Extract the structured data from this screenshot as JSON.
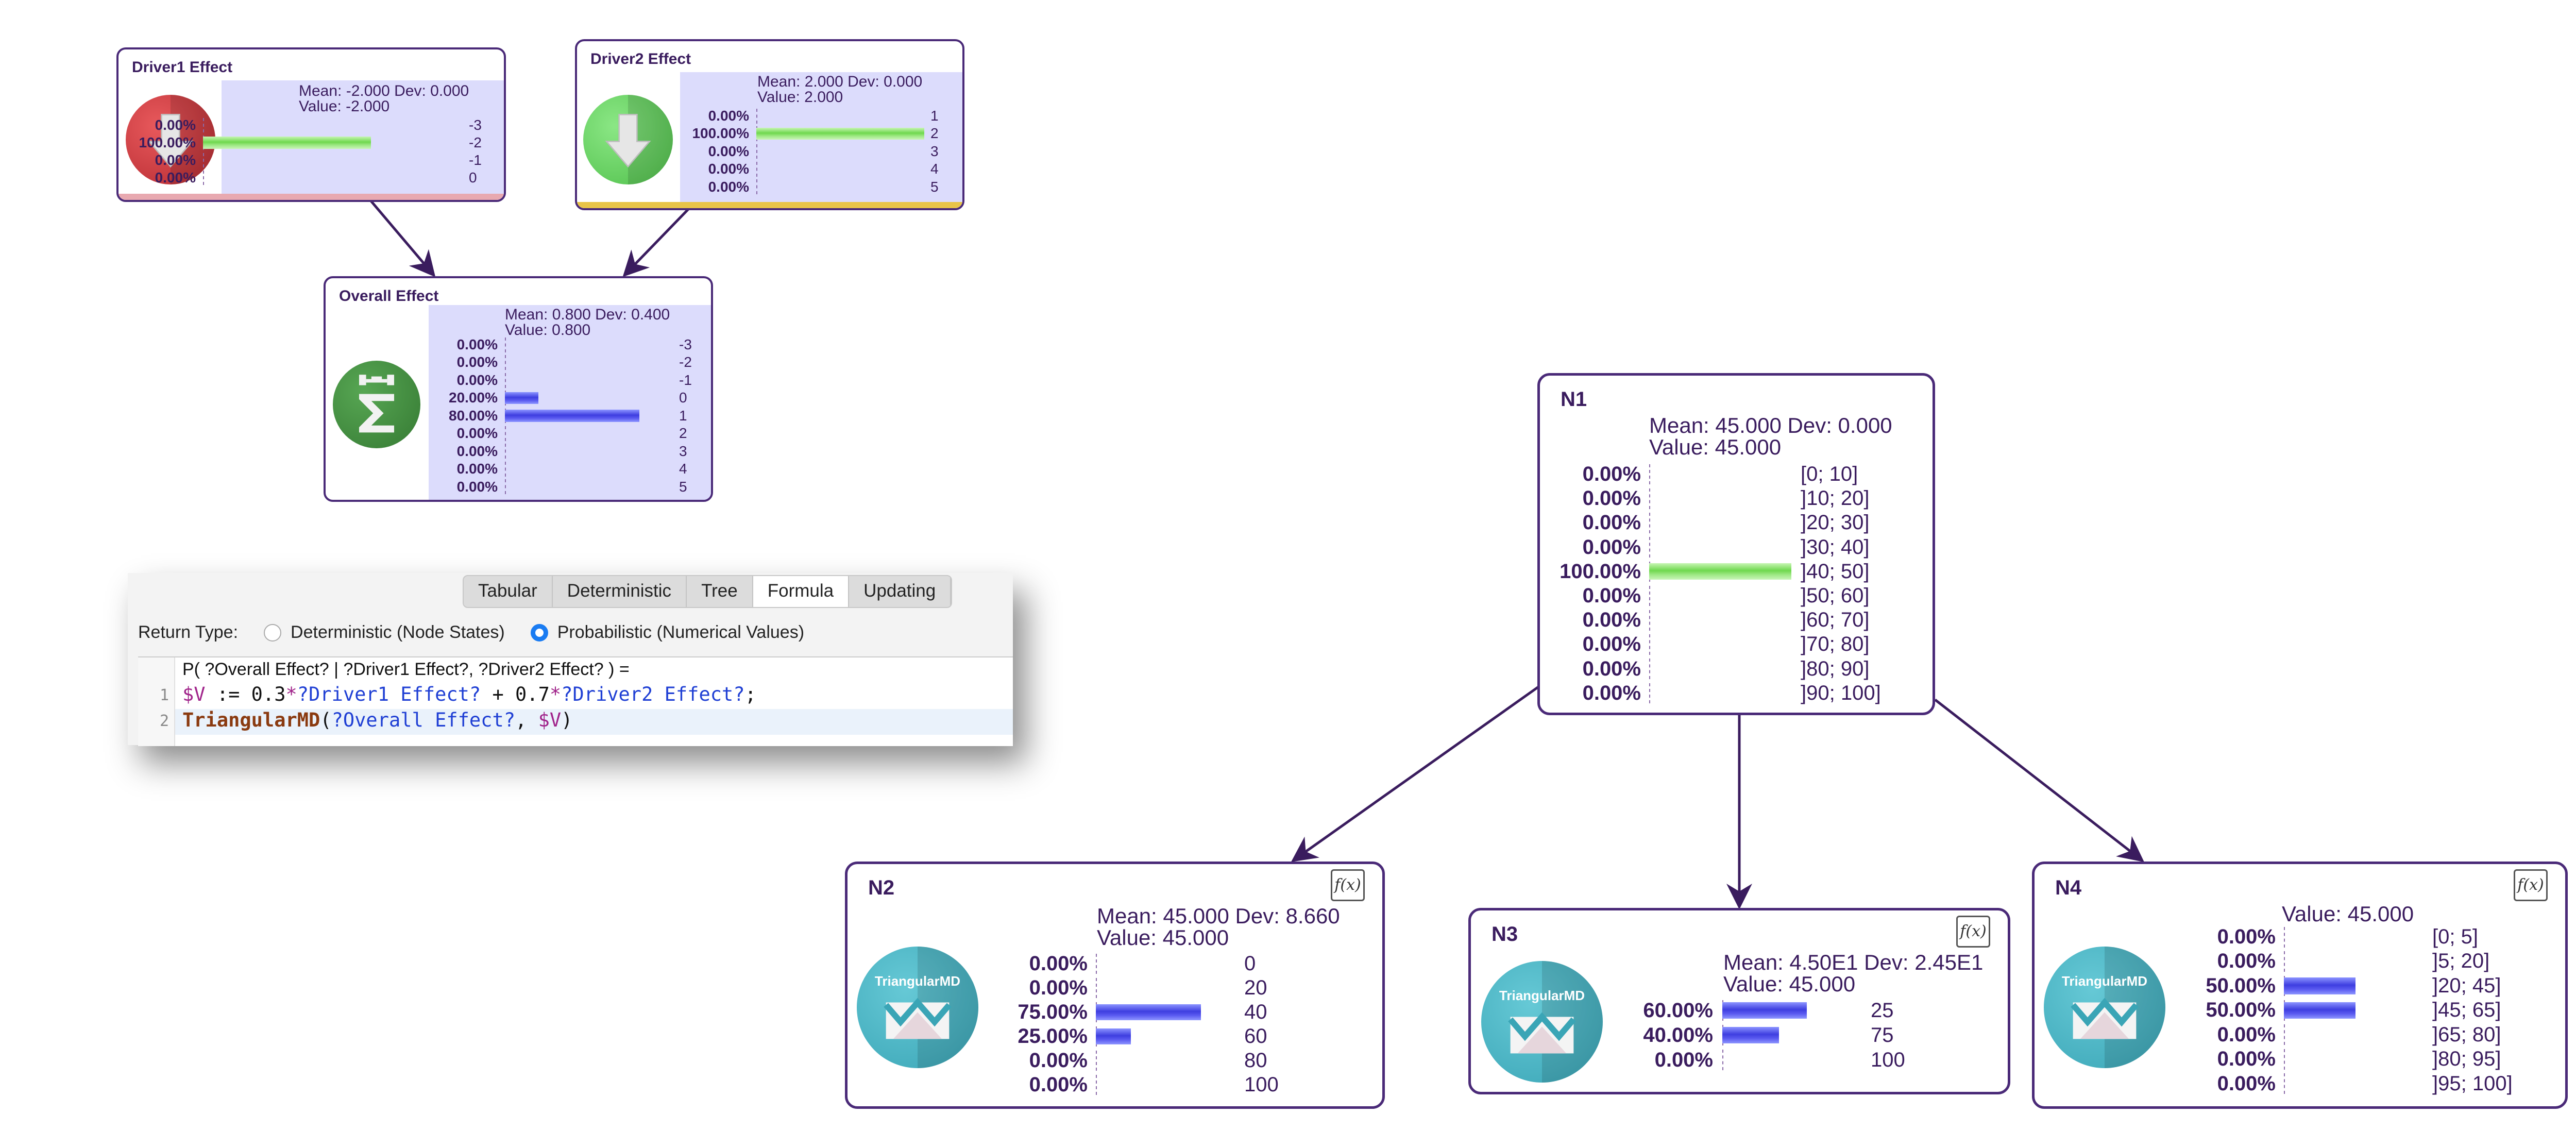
{
  "nodes": {
    "driver1": {
      "title": "Driver1 Effect",
      "icon": "down-arrow-icon",
      "accent": "#d14a4a",
      "mean_line": "Mean: -2.000 Dev: 0.000",
      "value_line": "Value: -2.000",
      "rows": [
        {
          "pct": "0.00%",
          "p": 0,
          "label": "-3"
        },
        {
          "pct": "100.00%",
          "p": 1,
          "label": "-2"
        },
        {
          "pct": "0.00%",
          "p": 0,
          "label": "-1"
        },
        {
          "pct": "0.00%",
          "p": 0,
          "label": "0"
        }
      ]
    },
    "driver2": {
      "title": "Driver2 Effect",
      "icon": "down-arrow-icon",
      "accent": "#e8c448",
      "mean_line": "Mean: 2.000 Dev: 0.000",
      "value_line": "Value: 2.000",
      "rows": [
        {
          "pct": "0.00%",
          "p": 0,
          "label": "1"
        },
        {
          "pct": "100.00%",
          "p": 1,
          "label": "2"
        },
        {
          "pct": "0.00%",
          "p": 0,
          "label": "3"
        },
        {
          "pct": "0.00%",
          "p": 0,
          "label": "4"
        },
        {
          "pct": "0.00%",
          "p": 0,
          "label": "5"
        }
      ]
    },
    "overall": {
      "title": "Overall Effect",
      "icon": "sigma-icon",
      "mean_line": "Mean: 0.800 Dev: 0.400",
      "value_line": "Value: 0.800",
      "rows": [
        {
          "pct": "0.00%",
          "p": 0,
          "label": "-3"
        },
        {
          "pct": "0.00%",
          "p": 0,
          "label": "-2"
        },
        {
          "pct": "0.00%",
          "p": 0,
          "label": "-1"
        },
        {
          "pct": "20.00%",
          "p": 0.2,
          "label": "0"
        },
        {
          "pct": "80.00%",
          "p": 0.8,
          "label": "1"
        },
        {
          "pct": "0.00%",
          "p": 0,
          "label": "2"
        },
        {
          "pct": "0.00%",
          "p": 0,
          "label": "3"
        },
        {
          "pct": "0.00%",
          "p": 0,
          "label": "4"
        },
        {
          "pct": "0.00%",
          "p": 0,
          "label": "5"
        }
      ]
    },
    "n1": {
      "title": "N1",
      "mean_line": "Mean: 45.000 Dev: 0.000",
      "value_line": "Value: 45.000",
      "rows": [
        {
          "pct": "0.00%",
          "p": 0,
          "label": "[0; 10]"
        },
        {
          "pct": "0.00%",
          "p": 0,
          "label": "]10; 20]"
        },
        {
          "pct": "0.00%",
          "p": 0,
          "label": "]20; 30]"
        },
        {
          "pct": "0.00%",
          "p": 0,
          "label": "]30; 40]"
        },
        {
          "pct": "100.00%",
          "p": 1,
          "label": "]40; 50]"
        },
        {
          "pct": "0.00%",
          "p": 0,
          "label": "]50; 60]"
        },
        {
          "pct": "0.00%",
          "p": 0,
          "label": "]60; 70]"
        },
        {
          "pct": "0.00%",
          "p": 0,
          "label": "]70; 80]"
        },
        {
          "pct": "0.00%",
          "p": 0,
          "label": "]80; 90]"
        },
        {
          "pct": "0.00%",
          "p": 0,
          "label": "]90; 100]"
        }
      ]
    },
    "n2": {
      "title": "N2",
      "icon_text": "TriangularMD",
      "badge": "f(x)",
      "mean_line": "Mean: 45.000 Dev: 8.660",
      "value_line": "Value: 45.000",
      "rows": [
        {
          "pct": "0.00%",
          "p": 0,
          "label": "0"
        },
        {
          "pct": "0.00%",
          "p": 0,
          "label": "20"
        },
        {
          "pct": "75.00%",
          "p": 0.75,
          "label": "40"
        },
        {
          "pct": "25.00%",
          "p": 0.25,
          "label": "60"
        },
        {
          "pct": "0.00%",
          "p": 0,
          "label": "80"
        },
        {
          "pct": "0.00%",
          "p": 0,
          "label": "100"
        }
      ]
    },
    "n3": {
      "title": "N3",
      "icon_text": "TriangularMD",
      "badge": "f(x)",
      "mean_line": "Mean: 4.50E1 Dev: 2.45E1",
      "value_line": "Value: 45.000",
      "rows": [
        {
          "pct": "60.00%",
          "p": 0.6,
          "label": "25"
        },
        {
          "pct": "40.00%",
          "p": 0.4,
          "label": "75"
        },
        {
          "pct": "0.00%",
          "p": 0,
          "label": "100"
        }
      ]
    },
    "n4": {
      "title": "N4",
      "icon_text": "TriangularMD",
      "badge": "f(x)",
      "mean_line": "",
      "value_line": "Value: 45.000",
      "rows": [
        {
          "pct": "0.00%",
          "p": 0,
          "label": "[0; 5]"
        },
        {
          "pct": "0.00%",
          "p": 0,
          "label": "]5; 20]"
        },
        {
          "pct": "50.00%",
          "p": 0.5,
          "label": "]20; 45]"
        },
        {
          "pct": "50.00%",
          "p": 0.5,
          "label": "]45; 65]"
        },
        {
          "pct": "0.00%",
          "p": 0,
          "label": "]65; 80]"
        },
        {
          "pct": "0.00%",
          "p": 0,
          "label": "]80; 95]"
        },
        {
          "pct": "0.00%",
          "p": 0,
          "label": "]95; 100]"
        }
      ]
    }
  },
  "editor": {
    "tabs": [
      {
        "label": "Tabular",
        "active": false
      },
      {
        "label": "Deterministic",
        "active": false
      },
      {
        "label": "Tree",
        "active": false
      },
      {
        "label": "Formula",
        "active": true
      },
      {
        "label": "Updating",
        "active": false
      }
    ],
    "return_type_label": "Return Type:",
    "option_deterministic": "Deterministic (Node States)",
    "option_probabilistic": "Probabilistic (Numerical Values)",
    "selected_option": "probabilistic",
    "formula_header": "P( ?Overall Effect? | ?Driver1 Effect?, ?Driver2 Effect? ) =",
    "line_numbers": [
      "1",
      "2"
    ],
    "line1": [
      {
        "t": "$V",
        "c": "kw"
      },
      {
        "t": " := 0.3",
        "c": ""
      },
      {
        "t": "*",
        "c": "kw"
      },
      {
        "t": "?Driver1 Effect?",
        "c": "var"
      },
      {
        "t": " + 0.7",
        "c": ""
      },
      {
        "t": "*",
        "c": "kw"
      },
      {
        "t": "?Driver2 Effect?",
        "c": "var"
      },
      {
        "t": ";",
        "c": ""
      }
    ],
    "line2": [
      {
        "t": "TriangularMD",
        "c": "fn"
      },
      {
        "t": "(",
        "c": ""
      },
      {
        "t": "?Overall Effect?",
        "c": "var"
      },
      {
        "t": ", ",
        "c": ""
      },
      {
        "t": "$V",
        "c": "kw"
      },
      {
        "t": ")",
        "c": ""
      }
    ]
  },
  "colors": {
    "border": "#4a2a78",
    "panel": "#dcdcfc",
    "green_bar": "#6fd84e",
    "blue_bar": "#3e3ee0",
    "teal_icon": "#4bb8c8",
    "driver1_icon": "#c9373c",
    "driver2_icon": "#6ed26a",
    "sigma_icon": "#3f8a3c"
  }
}
